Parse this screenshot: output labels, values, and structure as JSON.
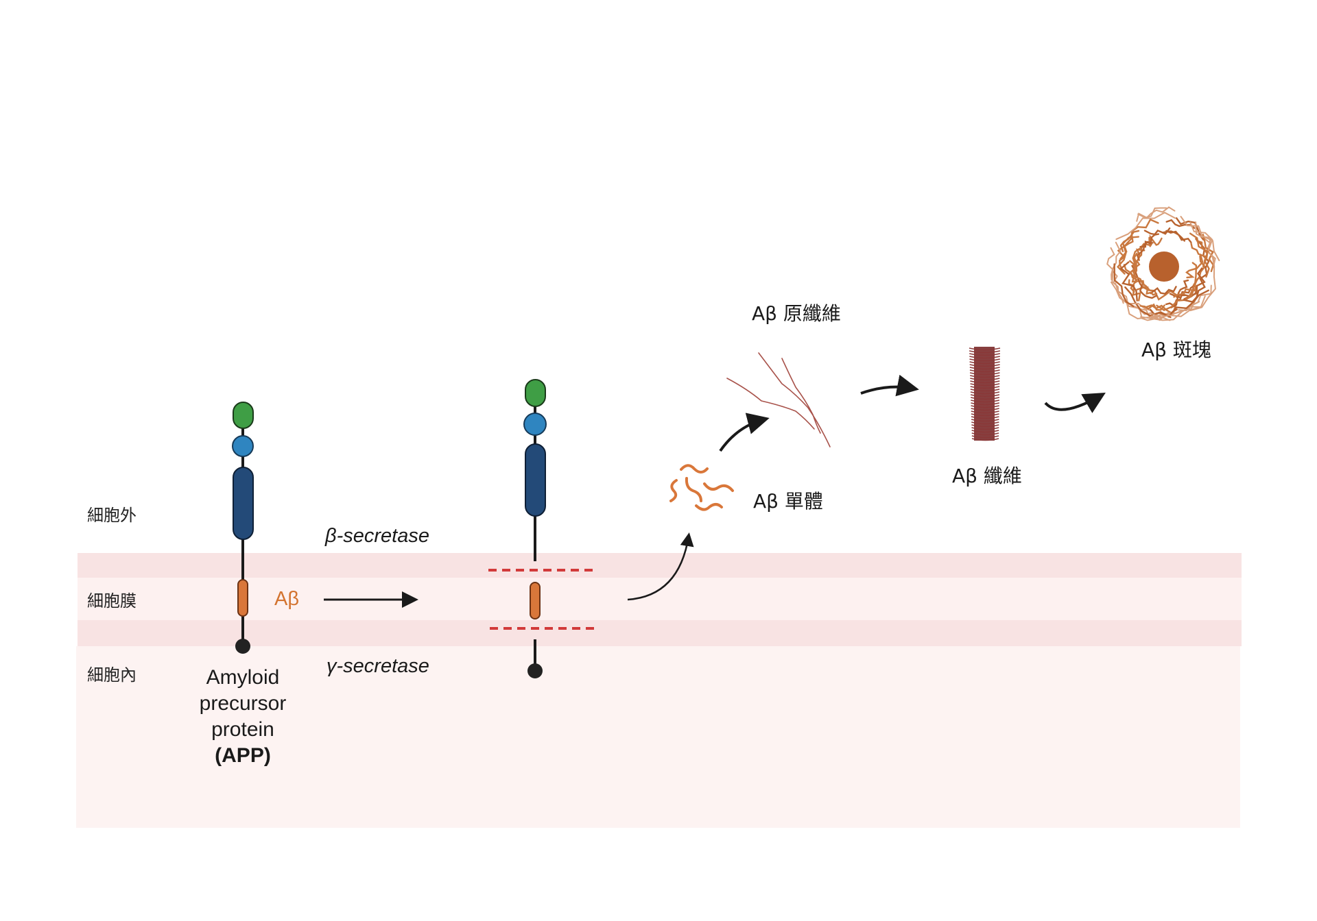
{
  "diagram": {
    "title": "Amyloid-beta aggregation pathway",
    "regions": {
      "extracellular": "細胞外",
      "membrane": "細胞膜",
      "intracellular": "細胞內"
    },
    "app": {
      "line1": "Amyloid",
      "line2": "precursor",
      "line3": "protein",
      "abbrev": "(APP)",
      "domain_label": "Aβ"
    },
    "enzymes": {
      "beta": "β-secretase",
      "gamma": "γ-secretase"
    },
    "stages": {
      "monomer": "Aβ 單體",
      "protofibril": "Aβ 原纖維",
      "fibril": "Aβ 纖維",
      "plaque": "Aβ 斑塊"
    },
    "colors": {
      "domain_green": "#3f9e45",
      "domain_light_blue": "#2f85c0",
      "domain_dark_blue": "#234a78",
      "abeta_orange": "#d9773a",
      "cleavage_red": "#d23a3a",
      "fibril_maroon": "#7a2a2a",
      "membrane_pink": "#f8e3e3"
    }
  }
}
